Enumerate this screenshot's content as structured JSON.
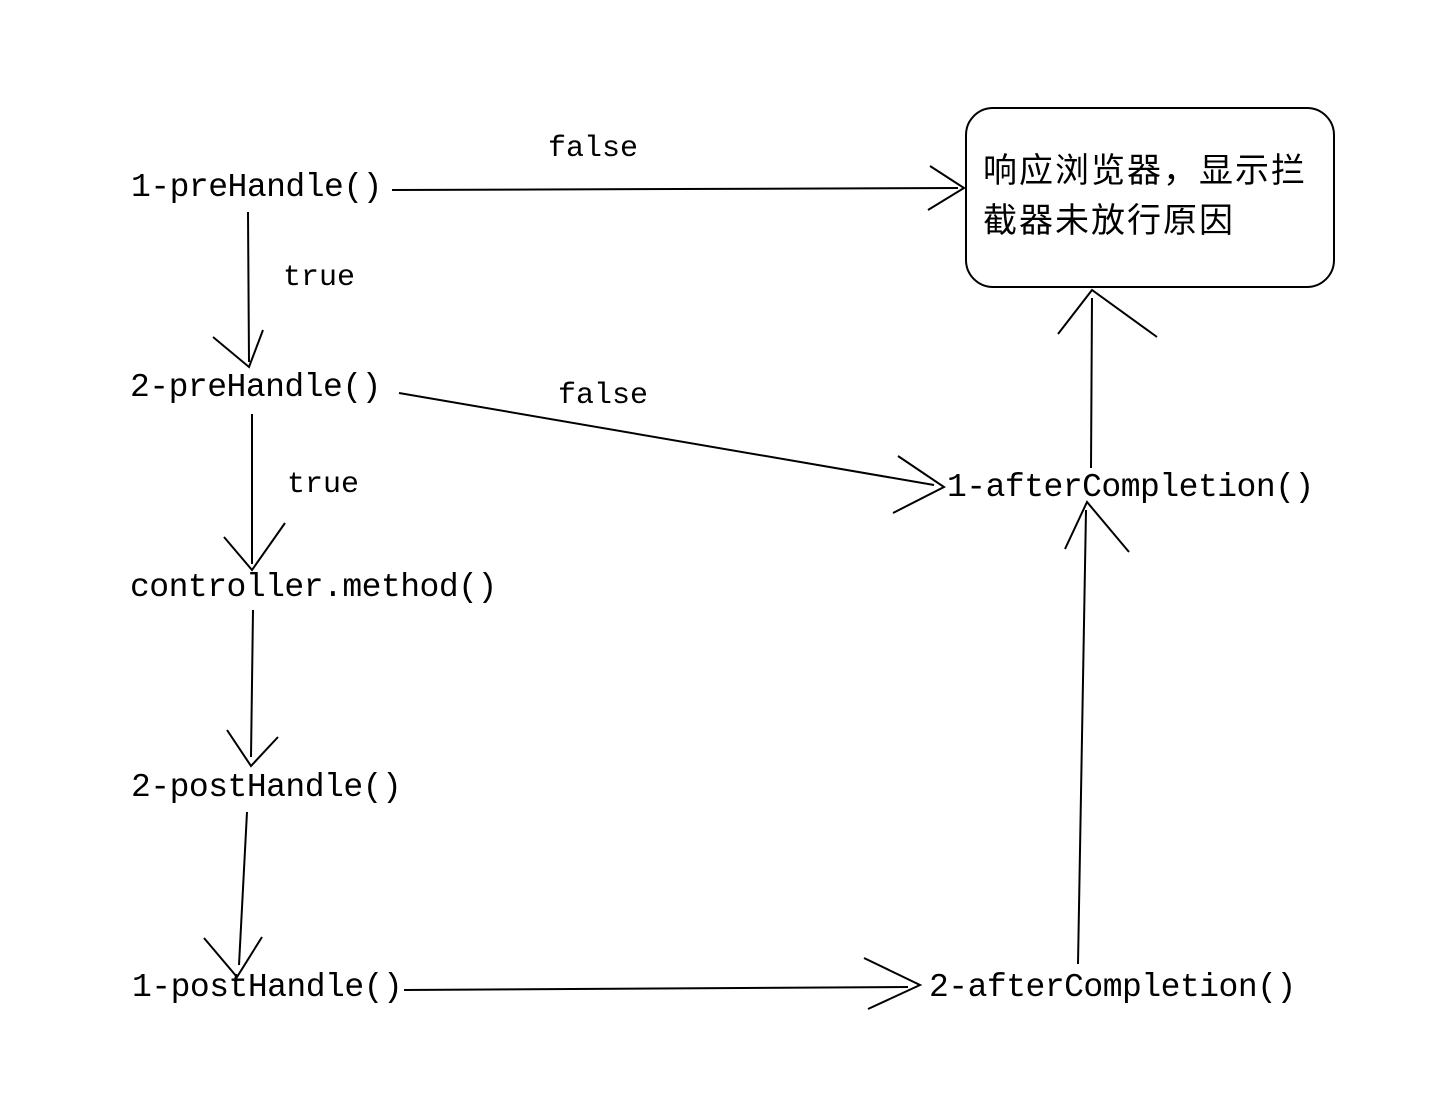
{
  "diagram": {
    "nodes": {
      "pre1": "1-preHandle()",
      "pre2": "2-preHandle()",
      "controller": "controller.method()",
      "post2": "2-postHandle()",
      "post1": "1-postHandle()",
      "after1": "1-afterCompletion()",
      "after2": "2-afterCompletion()",
      "browser_line1": "响应浏览器，显示拦",
      "browser_line2": "截器未放行原因",
      "browser_full": "响应浏览器，显示拦截器未放行原因"
    },
    "edge_labels": {
      "pre1_false": "false",
      "pre1_true": "true",
      "pre2_false": "false",
      "pre2_true": "true"
    },
    "edges": [
      {
        "from": "1-preHandle()",
        "to": "响应浏览器，显示拦截器未放行原因",
        "label": "false"
      },
      {
        "from": "1-preHandle()",
        "to": "2-preHandle()",
        "label": "true"
      },
      {
        "from": "2-preHandle()",
        "to": "1-afterCompletion()",
        "label": "false"
      },
      {
        "from": "2-preHandle()",
        "to": "controller.method()",
        "label": "true"
      },
      {
        "from": "controller.method()",
        "to": "2-postHandle()",
        "label": ""
      },
      {
        "from": "2-postHandle()",
        "to": "1-postHandle()",
        "label": ""
      },
      {
        "from": "1-postHandle()",
        "to": "2-afterCompletion()",
        "label": ""
      },
      {
        "from": "2-afterCompletion()",
        "to": "1-afterCompletion()",
        "label": ""
      },
      {
        "from": "1-afterCompletion()",
        "to": "响应浏览器，显示拦截器未放行原因",
        "label": ""
      }
    ],
    "colors": {
      "background": "#ffffff",
      "line": "#000000",
      "text": "#000000"
    }
  }
}
